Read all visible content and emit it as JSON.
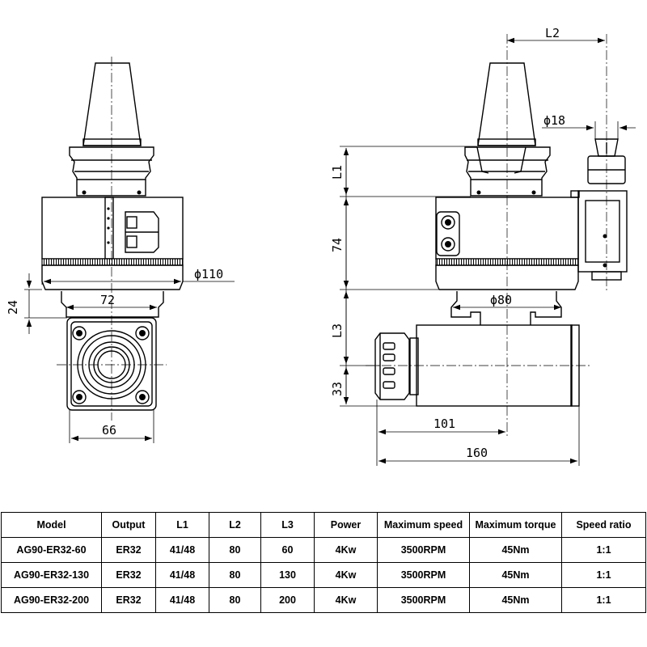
{
  "dimensions": {
    "l2": "L2",
    "d18": "ϕ18",
    "l1": "L1",
    "d74": "74",
    "d110": "ϕ110",
    "d72": "72",
    "d24": "24",
    "d80": "ϕ80",
    "l3": "L3",
    "d33": "33",
    "d66": "66",
    "d101": "101",
    "d160": "160"
  },
  "table": {
    "headers": [
      "Model",
      "Output",
      "L1",
      "L2",
      "L3",
      "Power",
      "Maximum speed",
      "Maximum torque",
      "Speed ratio"
    ],
    "rows": [
      [
        "AG90-ER32-60",
        "ER32",
        "41/48",
        "80",
        "60",
        "4Kw",
        "3500RPM",
        "45Nm",
        "1:1"
      ],
      [
        "AG90-ER32-130",
        "ER32",
        "41/48",
        "80",
        "130",
        "4Kw",
        "3500RPM",
        "45Nm",
        "1:1"
      ],
      [
        "AG90-ER32-200",
        "ER32",
        "41/48",
        "80",
        "200",
        "4Kw",
        "3500RPM",
        "45Nm",
        "1:1"
      ]
    ]
  }
}
